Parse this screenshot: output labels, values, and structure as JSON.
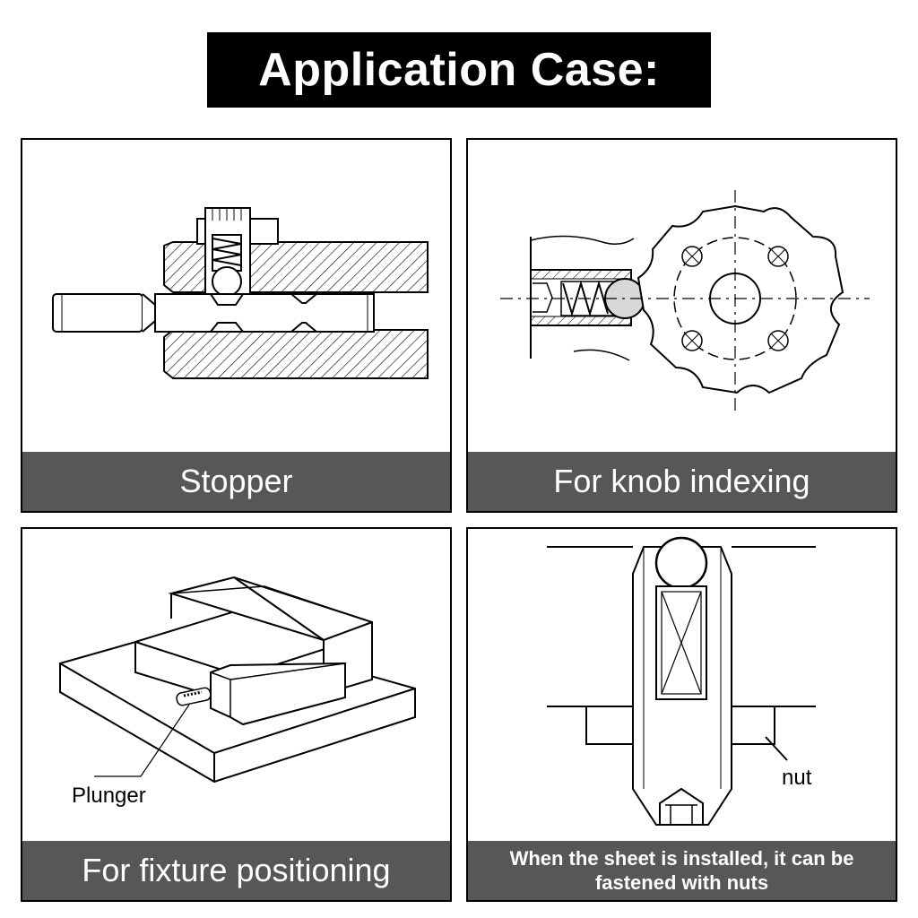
{
  "title": "Application Case:",
  "panels": [
    {
      "caption": "Stopper"
    },
    {
      "caption": "For knob indexing"
    },
    {
      "caption": "For fixture positioning",
      "label": "Plunger"
    },
    {
      "caption": "When the sheet is installed, it can be fastened with nuts",
      "label": "nut"
    }
  ]
}
